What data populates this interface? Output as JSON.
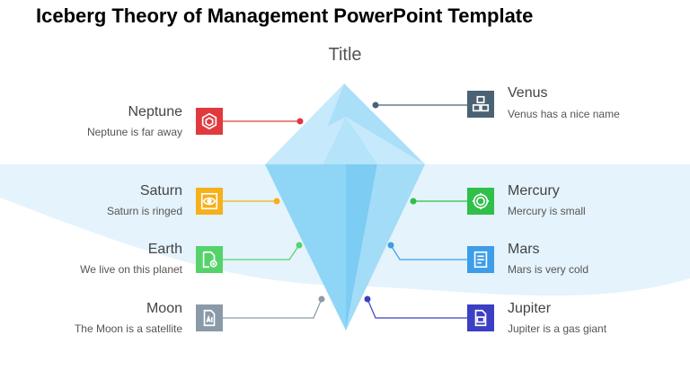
{
  "page_title": "Iceberg Theory of Management PowerPoint Template",
  "slide_title": "Title",
  "items": {
    "neptune": {
      "name": "Neptune",
      "desc": "Neptune is far away",
      "color": "#e03a3e",
      "icon": "cube-icon"
    },
    "saturn": {
      "name": "Saturn",
      "desc": "Saturn is ringed",
      "color": "#f5b01b",
      "icon": "eye-icon"
    },
    "earth": {
      "name": "Earth",
      "desc": "We live on this planet",
      "color": "#54d36b",
      "icon": "document-add-icon"
    },
    "moon": {
      "name": "Moon",
      "desc": "The Moon is a satellite",
      "color": "#8a9aa8",
      "icon": "ai-file-icon"
    },
    "venus": {
      "name": "Venus",
      "desc": "Venus has a nice name",
      "color": "#4a6274",
      "icon": "boxes-icon"
    },
    "mercury": {
      "name": "Mercury",
      "desc": "Mercury is small",
      "color": "#2fbf4a",
      "icon": "gear-badge-icon"
    },
    "mars": {
      "name": "Mars",
      "desc": "Mars is very cold",
      "color": "#3d9de8",
      "icon": "document-icon"
    },
    "jupiter": {
      "name": "Jupiter",
      "desc": "Jupiter is a gas giant",
      "color": "#3c3fc4",
      "icon": "psd-file-icon"
    }
  },
  "colors": {
    "water": "#e4f3fc",
    "ice_light": "#c6e9fb",
    "ice_mid": "#9fdaf8",
    "ice_dark": "#6cc8f2"
  }
}
